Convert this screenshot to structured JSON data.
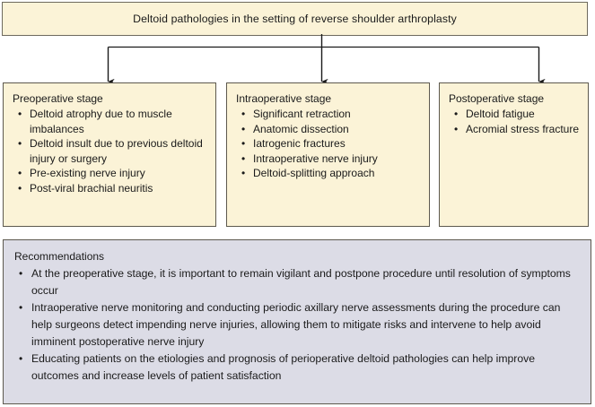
{
  "figure": {
    "title": "Deltoid pathologies in the setting of reverse shoulder arthroplasty",
    "bullet_glyph": "•",
    "colors": {
      "stage_box_fill": "#FBF3D7",
      "stage_box_border": "#5D594E",
      "recommendations_fill": "#DCDCE6",
      "connector_line": "#1A1A1A",
      "text": "#1A1A1A",
      "page_background": "#FFFFFF"
    },
    "stages": [
      {
        "heading": "Preoperative stage",
        "items": [
          "Deltoid atrophy due to muscle imbalances",
          "Deltoid insult due to previous deltoid injury or surgery",
          "Pre-existing nerve injury",
          "Post-viral brachial neuritis"
        ]
      },
      {
        "heading": "Intraoperative stage",
        "items": [
          "Significant retraction",
          "Anatomic dissection",
          "Iatrogenic fractures",
          "Intraoperative nerve injury",
          "Deltoid-splitting approach"
        ]
      },
      {
        "heading": "Postoperative stage",
        "items": [
          "Deltoid fatigue",
          "Acromial stress fracture"
        ]
      }
    ],
    "recommendations": {
      "heading": "Recommendations",
      "items": [
        "At the preoperative stage, it is important to remain vigilant and postpone procedure until resolution of symptoms occur",
        "Intraoperative nerve monitoring and conducting periodic axillary nerve assessments during the procedure can help surgeons detect impending nerve injuries, allowing them to mitigate risks and intervene to help avoid imminent postoperative nerve injury",
        "Educating patients on the etiologies and prognosis of perioperative deltoid pathologies can help improve outcomes and increase levels of patient satisfaction"
      ]
    }
  }
}
